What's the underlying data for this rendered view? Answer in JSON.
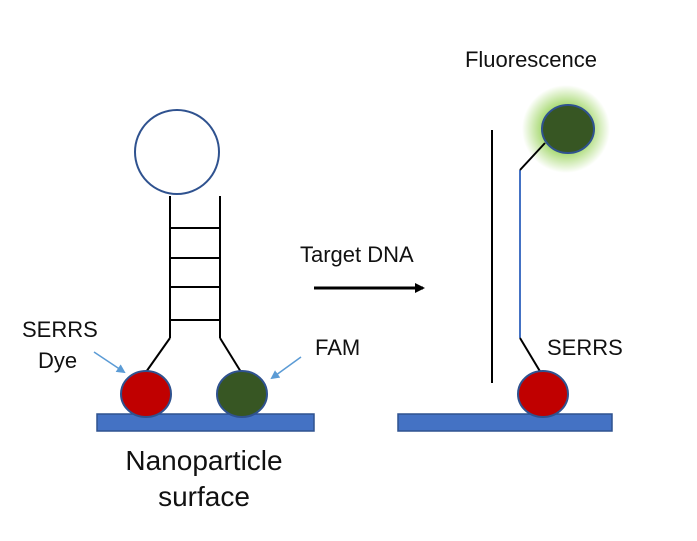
{
  "labels": {
    "serrs_dye_line1": "SERRS",
    "serrs_dye_line2": "Dye",
    "fam": "FAM",
    "target_dna": "Target DNA",
    "nanoparticle_line1": "Nanoparticle",
    "nanoparticle_line2": "surface",
    "fluorescence": "Fluorescence",
    "serrs": "SERRS"
  },
  "colors": {
    "surface": "#4472C4",
    "surface_border": "#2F528F",
    "serrs_dye": "#C00000",
    "fam": "#375623",
    "glow": "#92D050",
    "stem": "#4472C4",
    "line": "#000000",
    "pointer_arrow": "#5B9BD5",
    "loop_outline": "#2F528F"
  },
  "icons": {
    "transition_arrow": "arrow-right-icon"
  }
}
